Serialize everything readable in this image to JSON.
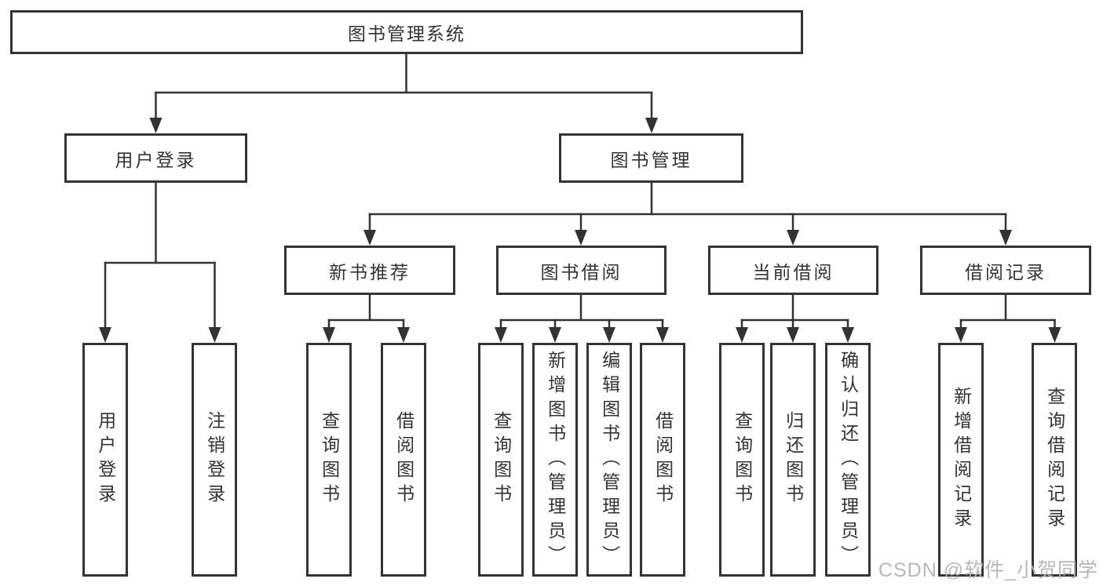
{
  "diagram_title": "图书管理系统",
  "colors": {
    "line": "#333333",
    "box_border": "#343434",
    "text": "#333333",
    "watermark": "#b4b4b4",
    "background": "#ffffff"
  },
  "tree": {
    "label": "图书管理系统",
    "children": [
      {
        "label": "用户登录",
        "children": [
          {
            "label": "用户登录"
          },
          {
            "label": "注销登录"
          }
        ]
      },
      {
        "label": "图书管理",
        "children": [
          {
            "label": "新书推荐",
            "children": [
              {
                "label": "查询图书"
              },
              {
                "label": "借阅图书"
              }
            ]
          },
          {
            "label": "图书借阅",
            "children": [
              {
                "label": "查询图书"
              },
              {
                "label": "新增图书（管理员）"
              },
              {
                "label": "编辑图书（管理员）"
              },
              {
                "label": "借阅图书"
              }
            ]
          },
          {
            "label": "当前借阅",
            "children": [
              {
                "label": "查询图书"
              },
              {
                "label": "归还图书"
              },
              {
                "label": "确认归还（管理员）"
              }
            ]
          },
          {
            "label": "借阅记录",
            "children": [
              {
                "label": "新增借阅记录"
              },
              {
                "label": "查询借阅记录"
              }
            ]
          }
        ]
      }
    ]
  },
  "watermark": {
    "text": "CSDN @软件_小贺同学"
  }
}
